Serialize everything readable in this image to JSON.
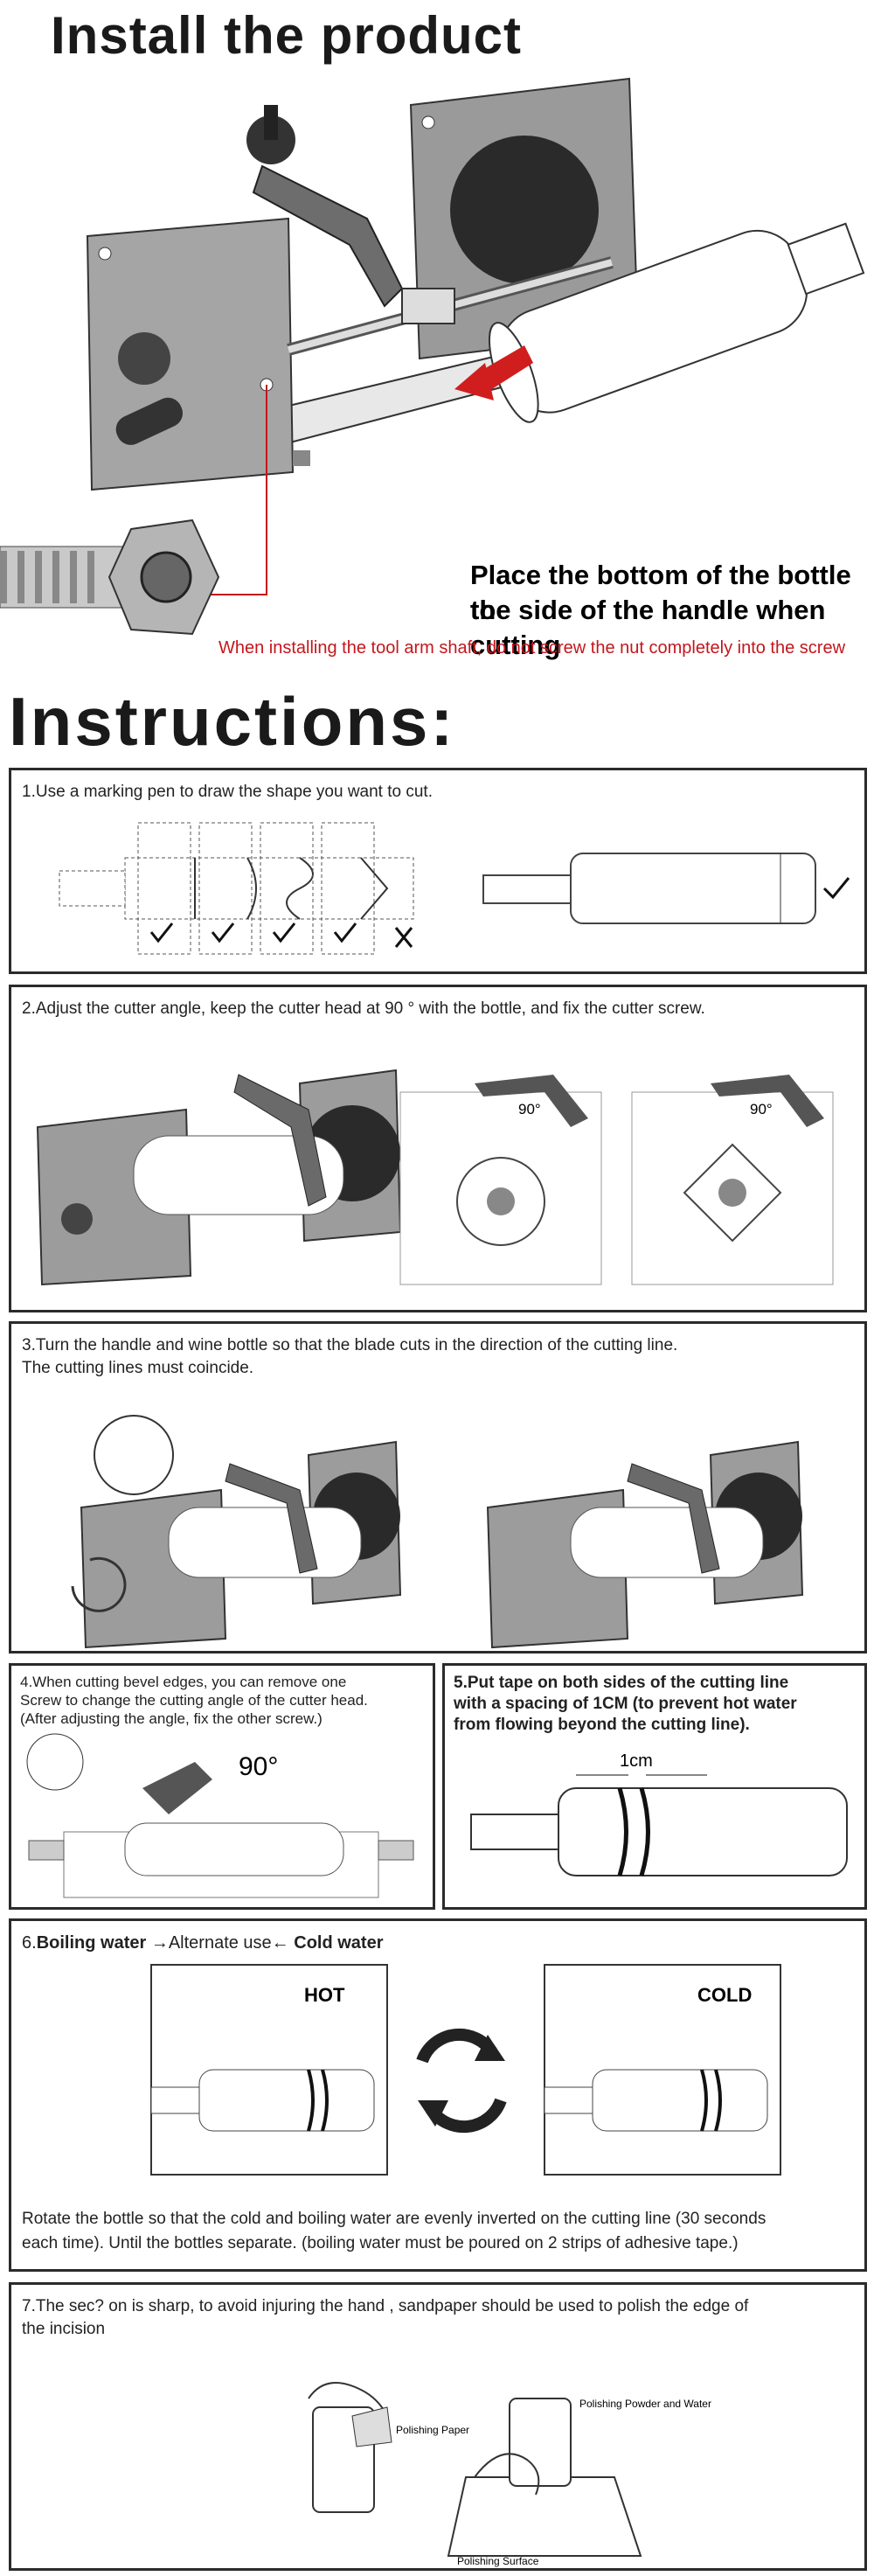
{
  "install": {
    "title": "Install the product",
    "caption_line1": "Place the bottom of the bottle to",
    "caption_line2": "the side of the handle when cutting",
    "warning": "When installing the tool arm shaft, do not screw the nut completely into the screw"
  },
  "instructions": {
    "title": "Instructions:",
    "steps": [
      {
        "text": "1.Use a marking pen to draw the shape you want to cut."
      },
      {
        "text": "2.Adjust the cutter angle, keep the cutter head at 90 ° with the bottle, and fix the cutter screw.",
        "angle_label_a": "90°",
        "angle_label_b": "90°"
      },
      {
        "text_line1": "3.Turn the handle and wine bottle so that the blade cuts in the direction of the cutting line.",
        "text_line2": "The cutting lines must coincide."
      },
      {
        "text_line1": "4.When cutting bevel edges, you can remove one",
        "text_line2": "Screw to change the cutting angle of the cutter head.",
        "text_line3": "(After adjusting the angle, fix the other screw.)",
        "angle_label": "90°"
      },
      {
        "text_line1": "5.Put tape on both sides of the cutting line",
        "text_line2": "with a spacing of 1CM (to prevent hot water",
        "text_line3": "from flowing beyond the cutting line).",
        "spacing_label": "1cm"
      },
      {
        "hot_label": "Boiling water",
        "arrow_mid": "→Alternate use←",
        "cold_label": "Cold water",
        "hot_card": "HOT",
        "cold_card": "COLD",
        "text_line1": "Rotate the bottle so that the cold and boiling water are evenly inverted on the cutting line (30 seconds",
        "text_line2": "each time). Until the bottles separate. (boiling water must be poured on 2 strips of adhesive tape.)",
        "step_prefix": "6."
      },
      {
        "text_line1": "7.The sec? on is sharp, to avoid injuring the hand , sandpaper should be used to polish the edge of",
        "text_line2": "the incision",
        "label_paper": "Polishing Paper",
        "label_powder": "Polishing Powder and Water",
        "label_surface": "Polishing Surface"
      }
    ]
  }
}
